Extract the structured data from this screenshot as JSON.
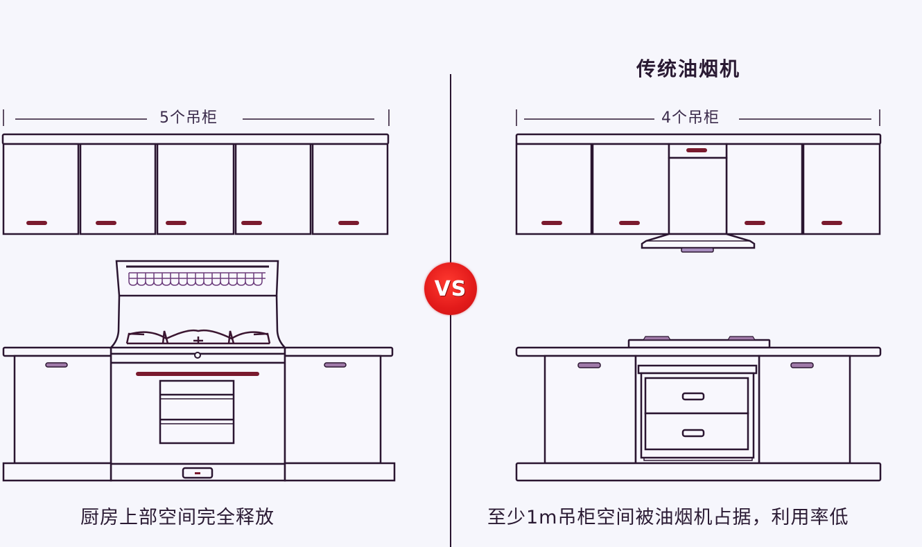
{
  "left_panel": {
    "dimension_label": "5个吊柜",
    "cabinet_count": 5,
    "caption": "厨房上部空间完全释放",
    "appliance": "integrated-stove"
  },
  "right_panel": {
    "title": "传统油烟机",
    "dimension_label": "4个吊柜",
    "cabinet_count": 4,
    "caption": "至少1m吊柜空间被油烟机占据，利用率低",
    "appliance": "traditional-range-hood"
  },
  "vs_badge": {
    "label": "VS",
    "color": "#e21a1a"
  },
  "colors": {
    "background": "#f6f6fc",
    "line": "#2a1530",
    "handle": "#7a1a2e",
    "handle_light": "#9a6a9a",
    "accent": "#e21a1a"
  }
}
